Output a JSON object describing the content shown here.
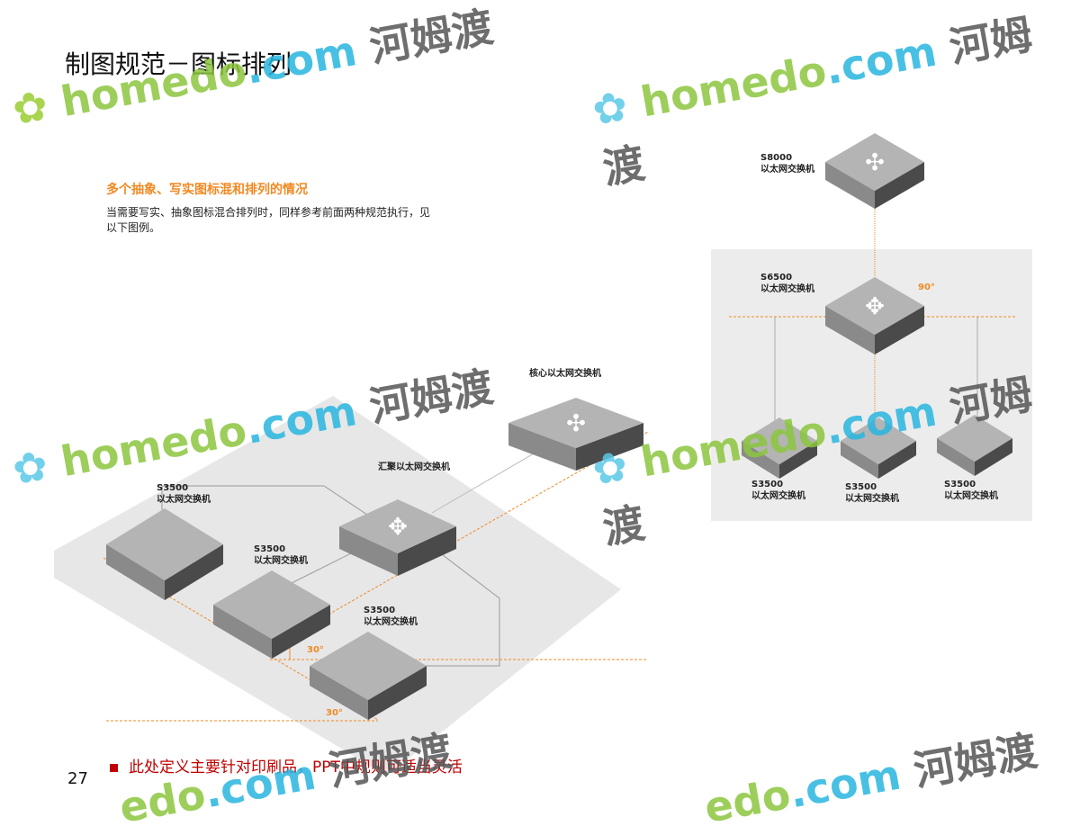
{
  "slide": {
    "title": "制图规范－图标排列",
    "subheading": "多个抽象、写实图标混和排列的情况",
    "description": "当需要写实、抽象图标混合排列时，同样参考前面两种规范执行，见以下图例。",
    "note": "此处定义主要针对印刷品，PPT中规则可适当灵活",
    "page_number": "27"
  },
  "left_diagram": {
    "core_label": "核心以太网交换机",
    "agg_label": "汇聚以太网交换机",
    "access": [
      {
        "model": "S3500",
        "name": "以太网交换机"
      },
      {
        "model": "S3500",
        "name": "以太网交换机"
      },
      {
        "model": "S3500",
        "name": "以太网交换机"
      }
    ],
    "angle1": "30°",
    "angle2": "30°"
  },
  "right_diagram": {
    "top": {
      "model": "S8000",
      "name": "以太网交换机"
    },
    "mid": {
      "model": "S6500",
      "name": "以太网交换机"
    },
    "angle": "90°",
    "access": [
      {
        "model": "S3500",
        "name": "以太网交换机"
      },
      {
        "model": "S3500",
        "name": "以太网交换机"
      },
      {
        "model": "S3500",
        "name": "以太网交换机"
      }
    ]
  },
  "watermark": {
    "text": "homedo.com 河姆渡"
  },
  "colors": {
    "accent": "#f08a24",
    "note": "#c00000",
    "plane": "#e6e6e6"
  }
}
